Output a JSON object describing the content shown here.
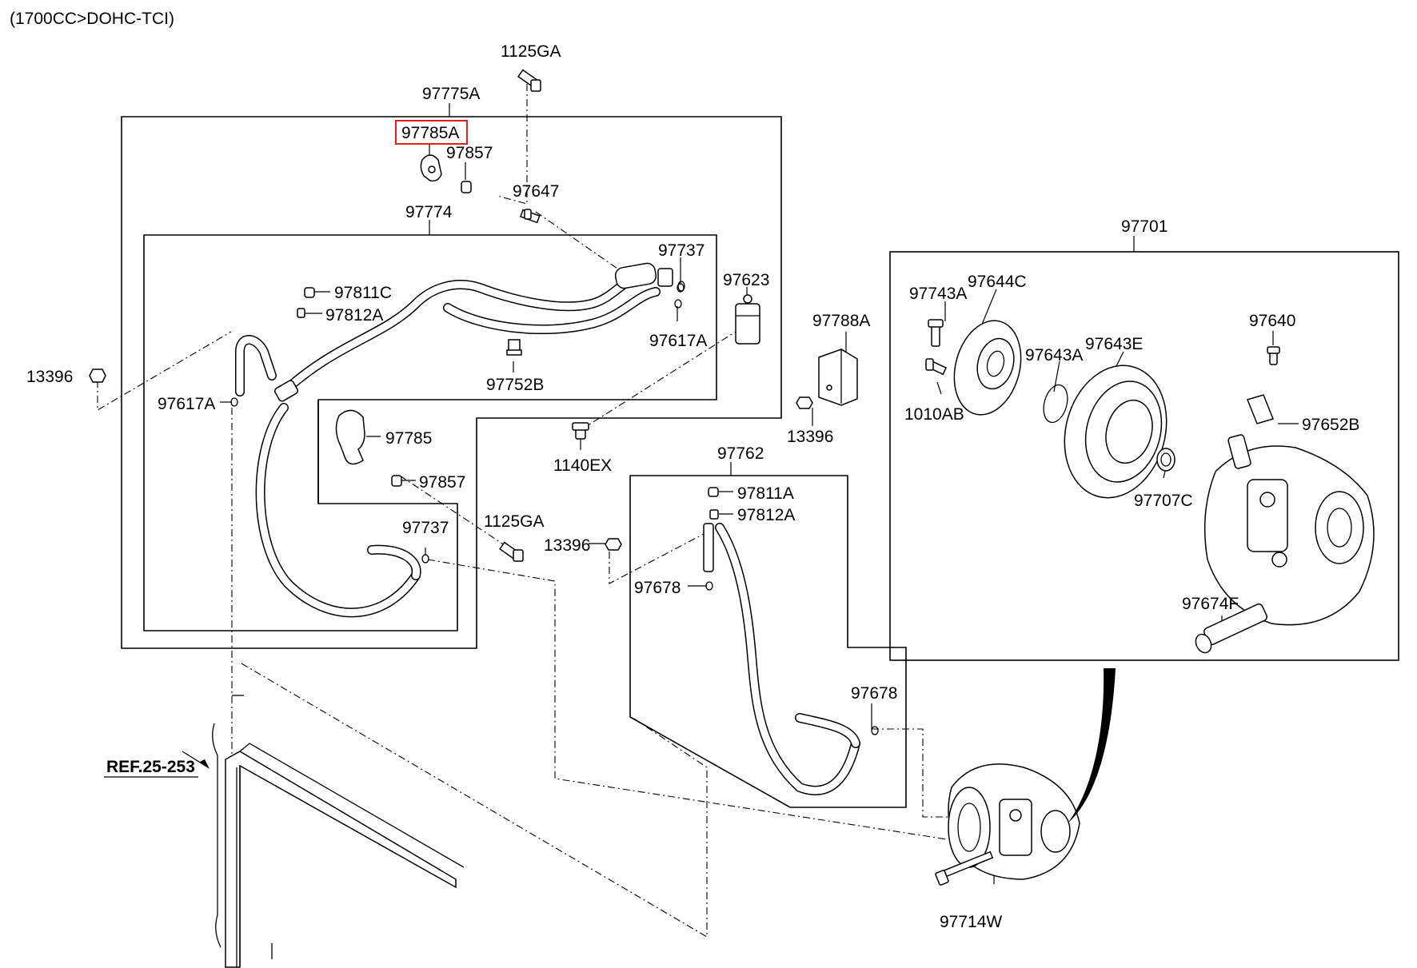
{
  "header": "(1700CC>DOHC-TCI)",
  "ref_label": "REF.25-253",
  "highlighted_part": "97785A",
  "highlight_color": "#e02020",
  "labels": {
    "p1125GA_top": "1125GA",
    "p97775A": "97775A",
    "p97785A": "97785A",
    "p97857_top": "97857",
    "p97647": "97647",
    "p97774": "97774",
    "p97737_top": "97737",
    "p97623": "97623",
    "p97811C": "97811C",
    "p97812A_top": "97812A",
    "p97617A_right": "97617A",
    "p97752B": "97752B",
    "p13396_left": "13396",
    "p97617A_left": "97617A",
    "p97785": "97785",
    "p97857_mid": "97857",
    "p97737_bottom": "97737",
    "p1125GA_mid": "1125GA",
    "p1140EX": "1140EX",
    "p97788A": "97788A",
    "p13396_mid": "13396",
    "p97762": "97762",
    "p97811A": "97811A",
    "p97812A_right": "97812A",
    "p13396_lower": "13396",
    "p97678_left": "97678",
    "p97678_right": "97678",
    "p97701": "97701",
    "p97743A": "97743A",
    "p97644C": "97644C",
    "p97643A": "97643A",
    "p97643E": "97643E",
    "p97640": "97640",
    "p1010AB": "1010AB",
    "p97652B": "97652B",
    "p97707C": "97707C",
    "p97674F": "97674F",
    "p97714W": "97714W"
  }
}
